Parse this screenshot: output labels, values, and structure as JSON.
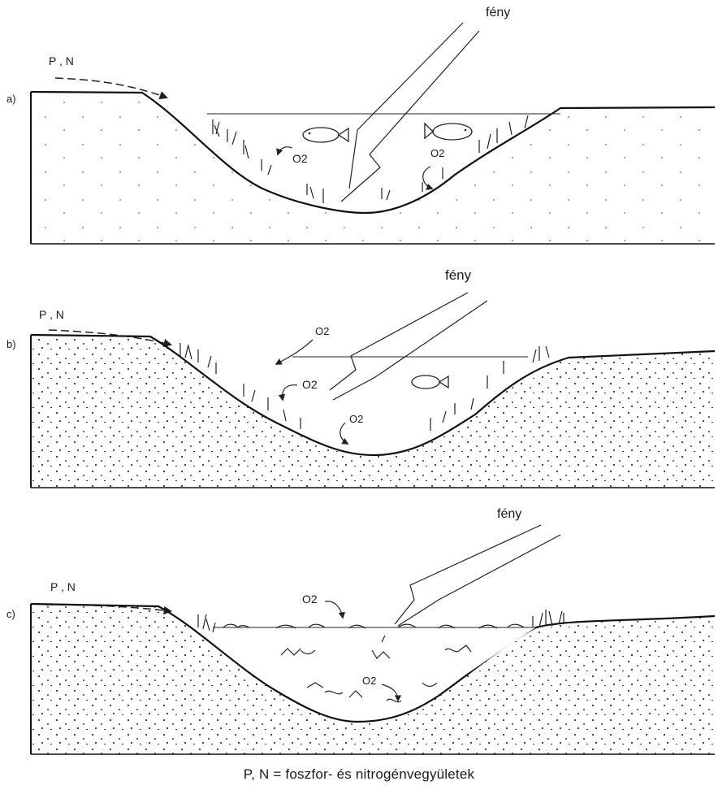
{
  "panels": [
    {
      "id": "a",
      "label": "a)",
      "nutrients": "P ,  N",
      "light": "fény",
      "oxygen_labels": [
        "O2",
        "O2"
      ]
    },
    {
      "id": "b",
      "label": "b)",
      "nutrients": "P ,  N",
      "light": "fény",
      "oxygen_labels": [
        "O2",
        "O2",
        "O2"
      ]
    },
    {
      "id": "c",
      "label": "c)",
      "nutrients": "P ,  N",
      "light": "fény",
      "oxygen_labels": [
        "O2",
        "O2"
      ]
    }
  ],
  "caption": "P, N = foszfor- és nitrogénvegyületek"
}
